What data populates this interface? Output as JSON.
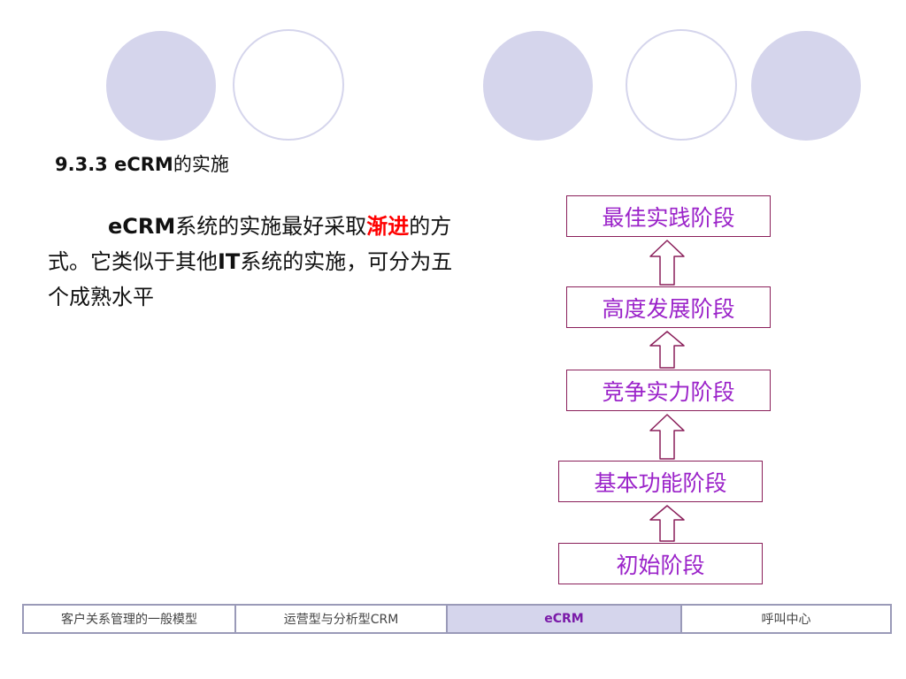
{
  "title": {
    "number": "9.3.3 eCRM",
    "suffix": "的实施"
  },
  "paragraph": {
    "part1_bold": "eCRM",
    "part1": "系统的实施最好采取",
    "highlight": "渐进",
    "part2": "的方式。它类似于其他",
    "part2_bold": "IT",
    "part3": "系统的实施，可分为五个成熟水平"
  },
  "stages": [
    "最佳实践阶段",
    "高度发展阶段",
    "竞争实力阶段",
    "基本功能阶段",
    "初始阶段"
  ],
  "nav": {
    "items": [
      "客户关系管理的一般模型",
      "运营型与分析型CRM",
      "eCRM",
      "呼叫中心"
    ],
    "active_index": 2
  },
  "colors": {
    "circle_fill": "#d5d5ec",
    "stage_text": "#9b23c9",
    "stage_border": "#8a1f5a",
    "highlight": "#ff0000"
  }
}
